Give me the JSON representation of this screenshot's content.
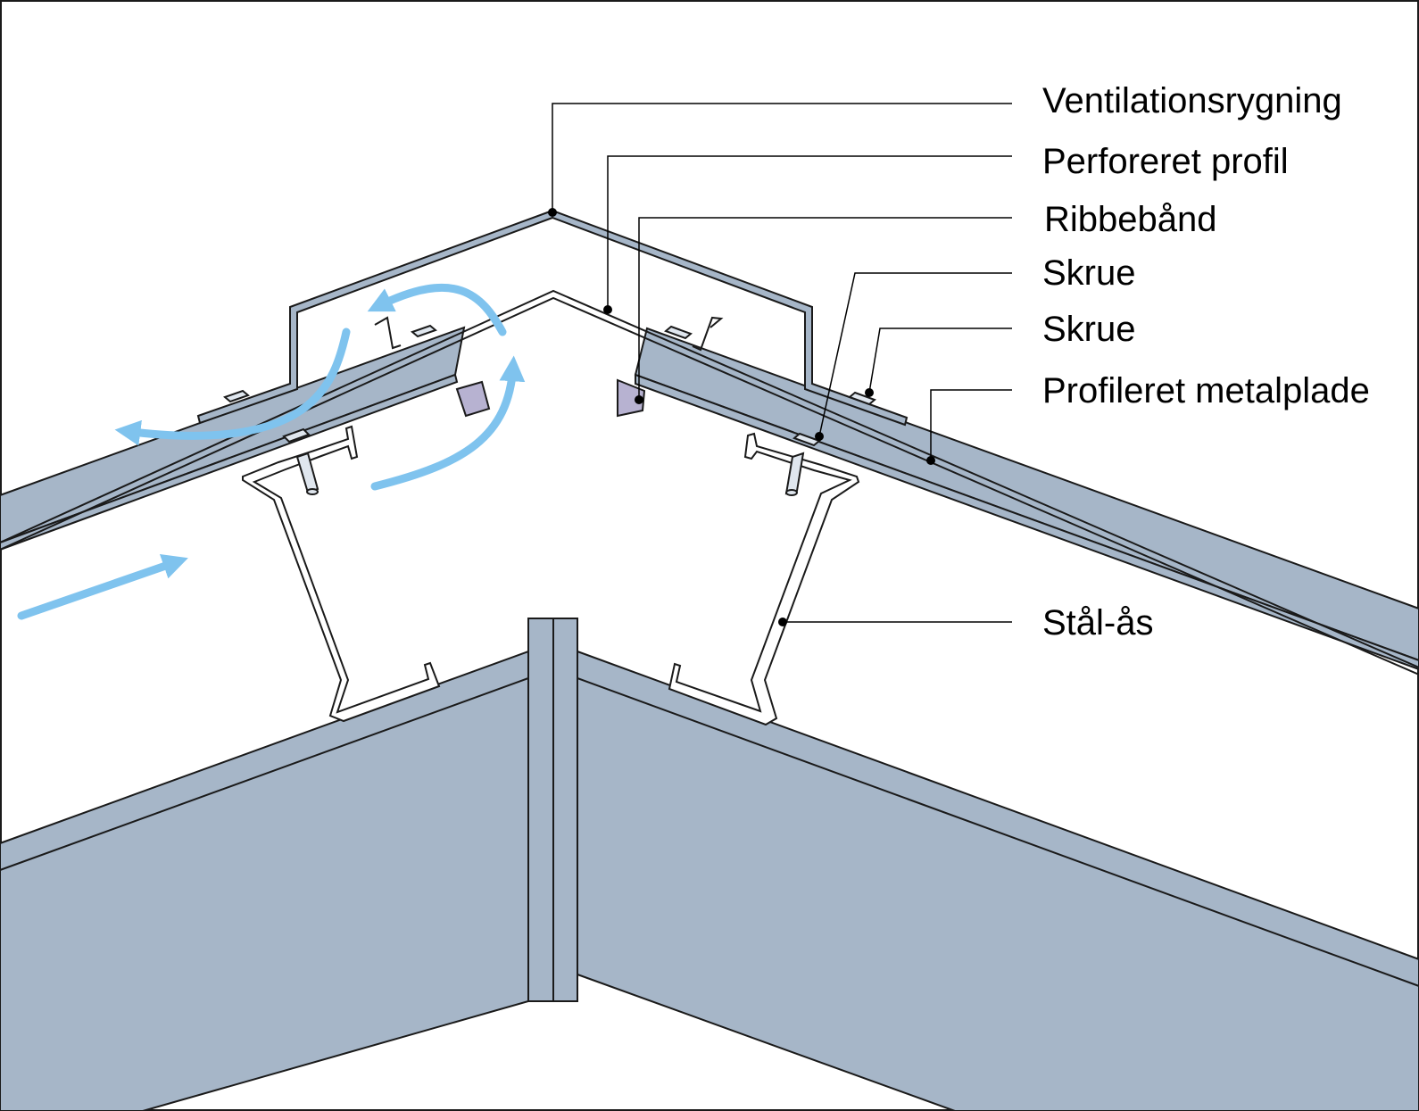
{
  "labels": {
    "ventilationsrygning": "Ventilationsrygning",
    "perforeret_profil": "Perforeret profil",
    "ribbebaand": "Ribbebånd",
    "skrue_1": "Skrue",
    "skrue_2": "Skrue",
    "profileret_metalplade": "Profileret metalplade",
    "staal_aas": "Stål-ås"
  },
  "colors": {
    "steel": "#a6b6c8",
    "outline": "#1a1a1a",
    "airflow": "#7fc3ee",
    "tape": "#b7b2d1",
    "leader": "#000000",
    "background": "#ffffff"
  },
  "icons": {
    "airflow": "arrow-icon",
    "screw": "screw-icon"
  }
}
